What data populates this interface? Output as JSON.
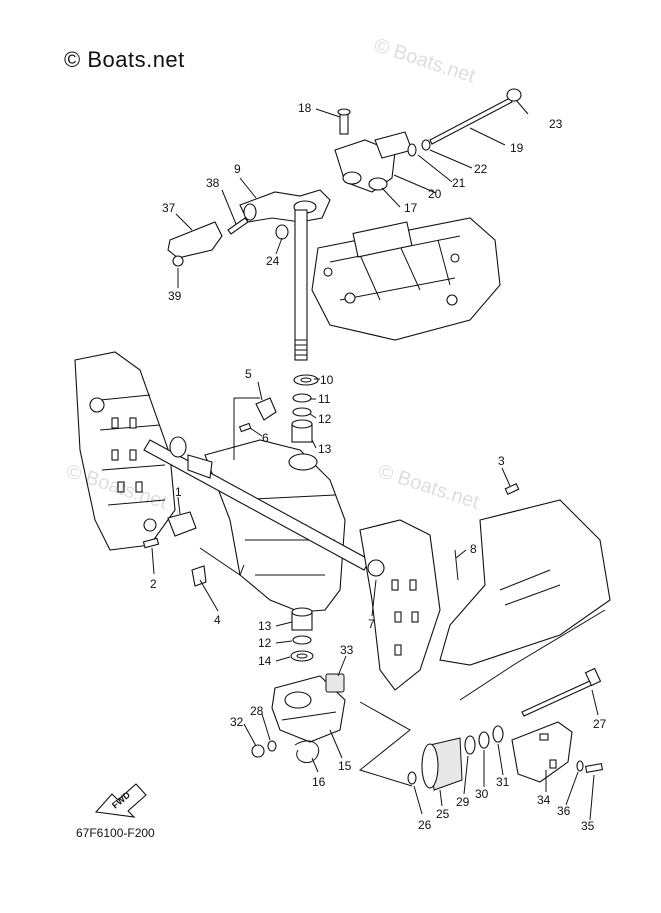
{
  "copyright": "© Boats.net",
  "watermarks": [
    "© Boats.net",
    "© Boats.net",
    "© Boats.net"
  ],
  "diagram_code": "67F6100-F200",
  "fwd_label": "FWD",
  "callouts": [
    "1",
    "2",
    "3",
    "4",
    "5",
    "6",
    "7",
    "8",
    "9",
    "10",
    "11",
    "12",
    "13",
    "14",
    "15",
    "16",
    "17",
    "18",
    "19",
    "20",
    "21",
    "22",
    "23",
    "24",
    "25",
    "26",
    "27",
    "28",
    "29",
    "30",
    "31",
    "32",
    "33",
    "34",
    "35",
    "36",
    "37",
    "38",
    "39",
    "13",
    "12"
  ]
}
